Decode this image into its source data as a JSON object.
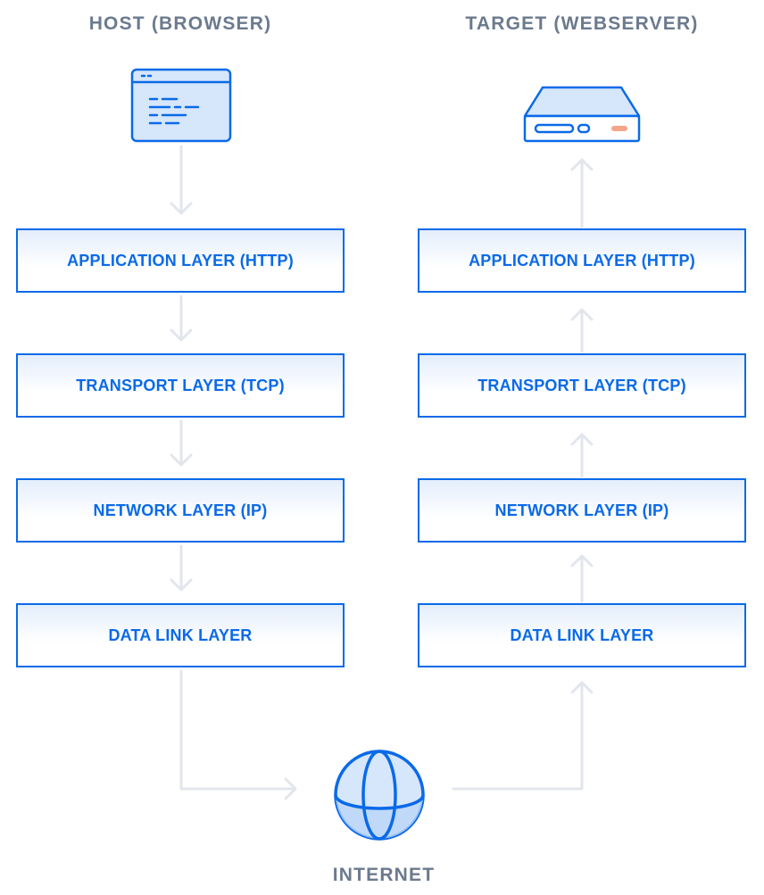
{
  "host": {
    "title": "HOST (BROWSER)",
    "layers": [
      "APPLICATION LAYER (HTTP)",
      "TRANSPORT LAYER (TCP)",
      "NETWORK LAYER (IP)",
      "DATA LINK LAYER"
    ],
    "icon": "browser-window-icon"
  },
  "target": {
    "title": "TARGET (WEBSERVER)",
    "layers": [
      "APPLICATION LAYER (HTTP)",
      "TRANSPORT LAYER (TCP)",
      "NETWORK LAYER (IP)",
      "DATA LINK LAYER"
    ],
    "icon": "server-icon"
  },
  "internet": {
    "label": "INTERNET",
    "icon": "globe-icon"
  },
  "colors": {
    "accent": "#0a6ae8",
    "accent_fill": "#d6e6fb",
    "title_gray": "#6b7a8e",
    "connector": "#e2e6ec",
    "server_led": "#f4a58a"
  }
}
